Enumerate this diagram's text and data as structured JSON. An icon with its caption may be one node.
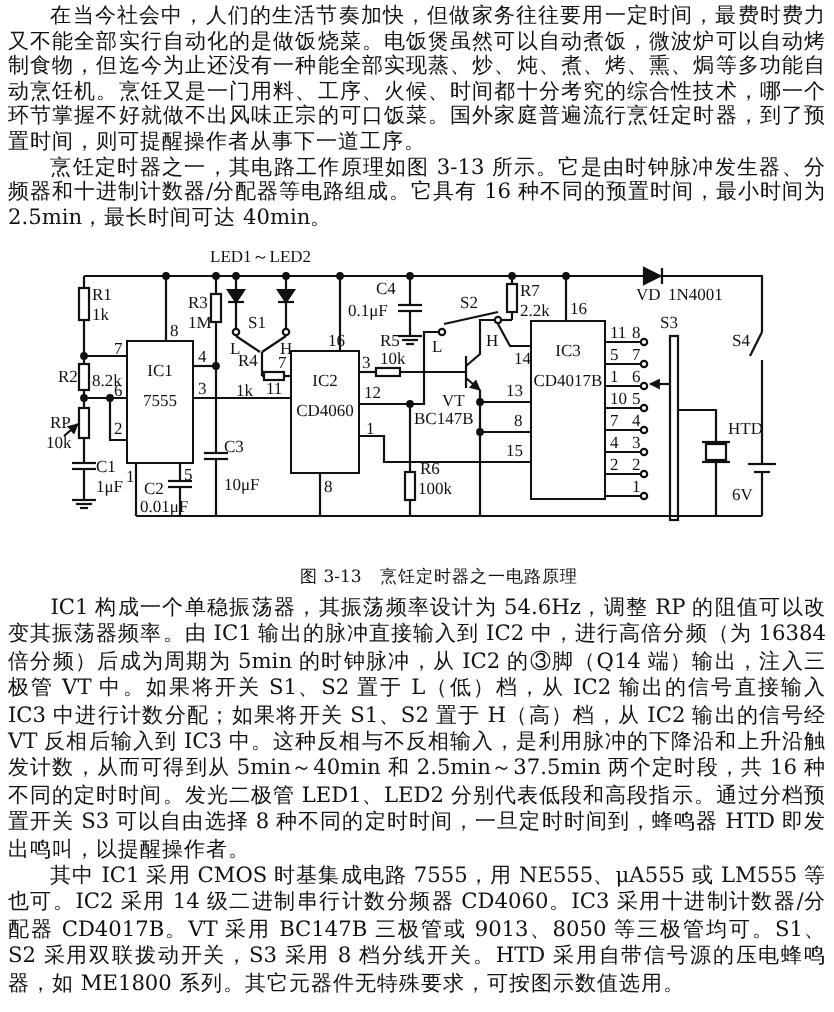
{
  "diagram": {
    "caption": "图 3-13　烹饪定时器之一电路原理",
    "nodes": [
      {
        "text": [
          "IC1",
          "7555"
        ]
      },
      {
        "text": [
          "IC2",
          "CD4060"
        ]
      },
      {
        "text": [
          "IC3",
          "CD4017B"
        ]
      }
    ],
    "edges": [
      {
        "from": 0,
        "to": 1,
        "arrow": "none"
      },
      {
        "from": 0,
        "to": 1,
        "arrow": "none"
      },
      {
        "from": 1,
        "to": 2,
        "arrow": "none"
      },
      {
        "from": 0,
        "to": 2,
        "arrow": "none"
      },
      {
        "from": 0,
        "to": 1,
        "arrow": "none"
      },
      {
        "from": 1,
        "to": 2,
        "arrow": "none"
      },
      {
        "from": 0,
        "to": 2,
        "arrow": "none"
      },
      {
        "from": 1,
        "to": 2,
        "arrow": "none"
      }
    ],
    "labels": [
      "在当今社会中，人们的生活节奏加快，但做家务往往要用一定时间，最费时费力又不能全部实行自动化的是做饭烧菜。电饭煲虽然可以自动煮饭，微波炉可以自动烤制食物，但迄今为止还没有一种能全部实现蒸、炒、炖、煮、烤、熏、焗等多功能自动烹饪机。烹饪又是一门用料、工序、火候、时间都十分考究的综合性技术，哪一个环节掌握不好就做不出风味正宗的可口饭菜。国外家庭普遍流行烹饪定时器，到了预置时间，则可提醒操作者从事下一道工序。",
      "烹饪定时器之一，其电路工作原理如图 3-13 所示。它是由时钟脉冲发生器、分频器和十进制计数器/分配器等电路组成。它具有 16 种不同的预置时间，最小时间为 2.5min，最长时间可达 40min。",
      "LED1～LED2",
      "R1",
      "C4",
      "R7",
      "VD",
      "1N4001",
      "R3",
      "S2",
      "1k",
      "0.1μF",
      "2.2k",
      "16",
      "1M",
      "S1",
      "S3",
      "8",
      "11",
      "8",
      "16",
      "R5",
      "S4",
      "7",
      "L",
      "H",
      "L",
      "H",
      "4",
      "R4",
      "7",
      "3",
      "10k",
      "14",
      "5",
      "7",
      "R2",
      "8.2k",
      "1",
      "6",
      "6",
      "3",
      "1k",
      "11",
      "12",
      "13",
      "VT",
      "10",
      "5",
      "RP",
      "BC147B",
      "8",
      "7",
      "4",
      "2",
      "1",
      "HTD",
      "10k",
      "C3",
      "15",
      "4",
      "3",
      "C1",
      "R6",
      "2",
      "2",
      "1",
      "5",
      "1μF",
      "C2",
      "10μF",
      "8",
      "100k",
      "1",
      "6V",
      "0.01μF",
      "IC1 构成一个单稳振荡器，其振荡频率设计为 54.6Hz，调整 RP 的阻值可以改变其振荡器频率。由 IC1 输出的脉冲直接输入到 IC2 中，进行高倍分频（为 16384 倍分频）后成为周期为 5min 的时钟脉冲，从 IC2 的③脚（Q14 端）输出，注入三极管 VT 中。如果将开关 S1、S2 置于 L（低）档，从 IC2 输出的信号直接输入 IC3 中进行计数分配；如果将开关 S1、S2 置于 H（高）档，从 IC2 输出的信号经 VT 反相后输入到 IC3 中。这种反相与不反相输入，是利用脉冲的下降沿和上升沿触发计数，从而可得到从 5min～40min 和 2.5min～37.5min 两个定时段，共 16 种不同的定时时间。发光二极管 LED1、LED2 分别代表低段和高段指示。通过分档预置开关 S3 可以自由选择 8 种不同的定时时间，一旦定时时间到，蜂鸣器 HTD 即发出鸣叫，以提醒操作者。",
      "其中 IC1 采用 CMOS 时基集成电路 7555，用 NE555、μA555 或 LM555 等也可。IC2 采用 14 级二进制串行计数分频器 CD4060。IC3 采用十进制计数器/分配器 CD4017B。VT 采用 BC147B 三极管或 9013、8050 等三极管均可。S1、S2 采用双联拨动开关，S3 采用 8 档分线开关。HTD 采用自带信号源的压电蜂鸣器，如 ME1800 系列。其它元器件无特殊要求，可按图示数值选用。"
    ]
  }
}
